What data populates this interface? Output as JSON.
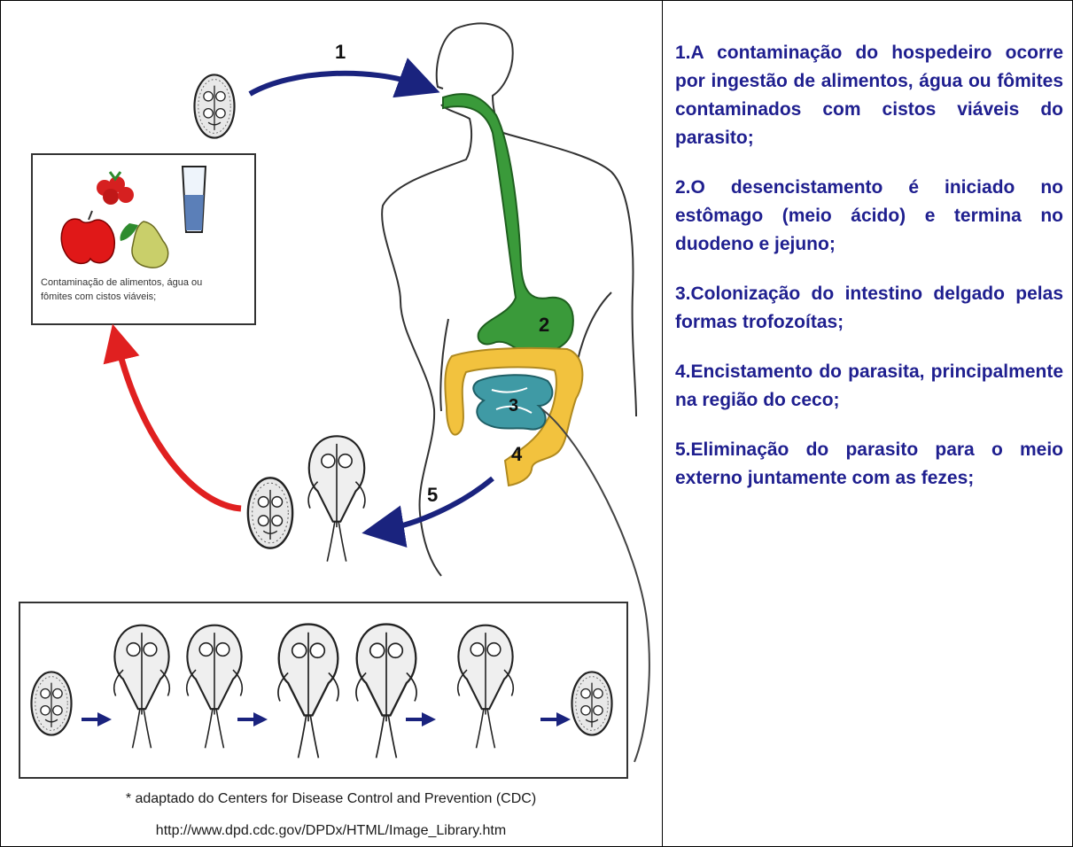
{
  "diagram": {
    "label_1": "1",
    "label_2": "2",
    "label_3": "3",
    "label_4": "4",
    "label_5": "5",
    "contamination_caption_line1": "Contaminação de alimentos, água ou",
    "contamination_caption_line2": "fômites com cistos viáveis;",
    "colors": {
      "ingestion_arrow": "#1a237e",
      "return_arrow": "#e02020",
      "esophagus_stomach": "#3a9a3a",
      "small_intestine": "#3f9aa5",
      "large_intestine": "#f2c23e"
    },
    "icons": [
      "cyst-icon",
      "trophozoite-icon",
      "raspberry-icon",
      "apple-icon",
      "pear-icon",
      "water-glass-icon",
      "human-body-icon"
    ]
  },
  "steps": [
    "1.A contaminação do hospedeiro ocorre por ingestão de alimentos, água ou fômites contaminados com cistos viáveis do parasito;",
    "2.O desencistamento é iniciado no estômago (meio ácido) e termina no duodeno e jejuno;",
    "3.Colonização do intestino delgado pelas formas trofozoítas;",
    "4.Encistamento do parasita, principalmente na região do ceco;",
    "5.Eliminação do parasito para o meio externo juntamente com as fezes;"
  ],
  "credits": {
    "source": "* adaptado do Centers for Disease Control and Prevention (CDC)",
    "url": "http://www.dpd.cdc.gov/DPDx/HTML/Image_Library.htm"
  }
}
